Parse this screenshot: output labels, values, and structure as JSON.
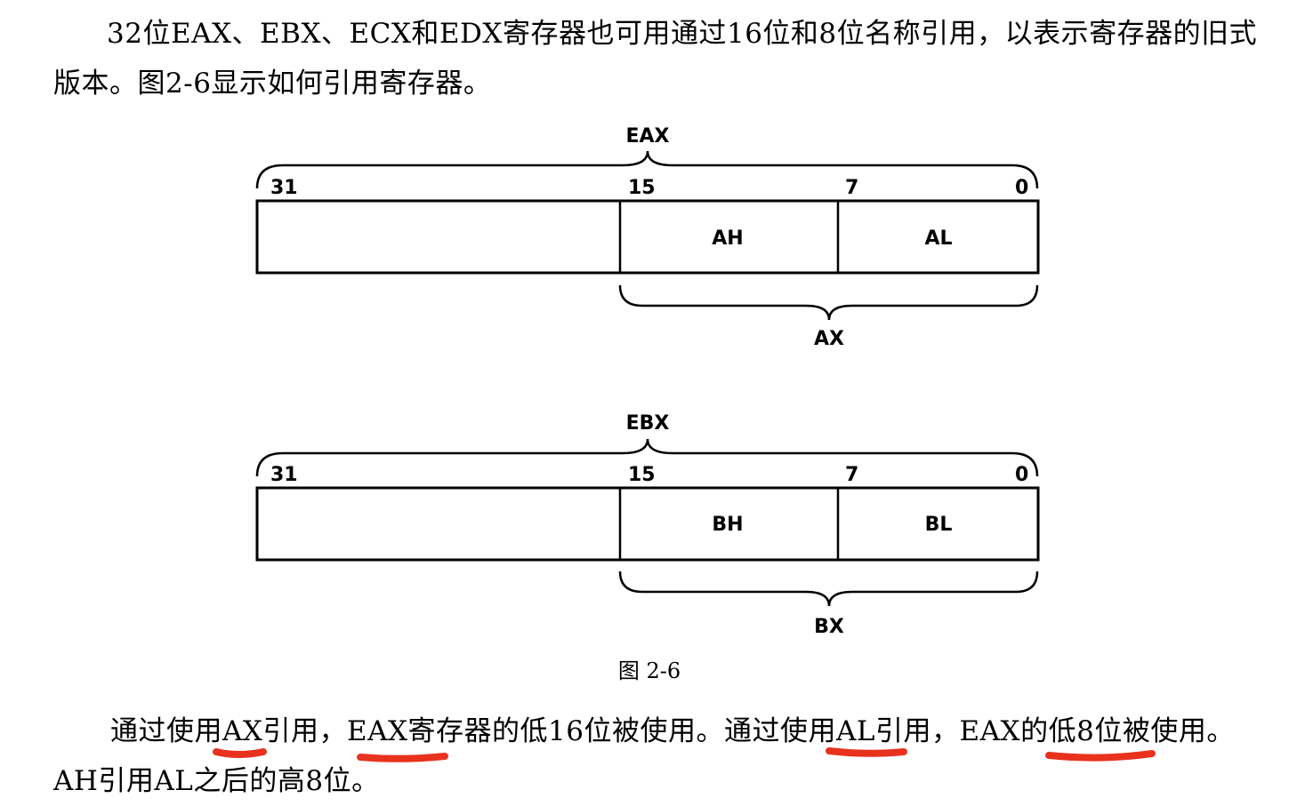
{
  "intro": {
    "line1": "32位EAX、EBX、ECX和EDX寄存器也可用通过16位和8位名称引用，以表示寄存器的旧式",
    "line2": "版本。图2-6显示如何引用寄存器。"
  },
  "registers": [
    {
      "name32": "EAX",
      "name16": "AX",
      "high8": "AH",
      "low8": "AL",
      "bits": {
        "b31": "31",
        "b15": "15",
        "b7": "7",
        "b0": "0"
      }
    },
    {
      "name32": "EBX",
      "name16": "BX",
      "high8": "BH",
      "low8": "BL",
      "bits": {
        "b31": "31",
        "b15": "15",
        "b7": "7",
        "b0": "0"
      }
    }
  ],
  "caption": "图  2-6",
  "outro": {
    "line1_parts": [
      "通过使用",
      "AX",
      "引用，",
      "EAX寄存",
      "器的低16位被使用。通过使",
      "用AL",
      "引用，EAX",
      "的低8位",
      "被使用。"
    ],
    "line2": "AH引用AL之后的高8位。"
  },
  "colors": {
    "text": "#000000",
    "underline_marks": "#e8321e",
    "background": "#ffffff"
  }
}
